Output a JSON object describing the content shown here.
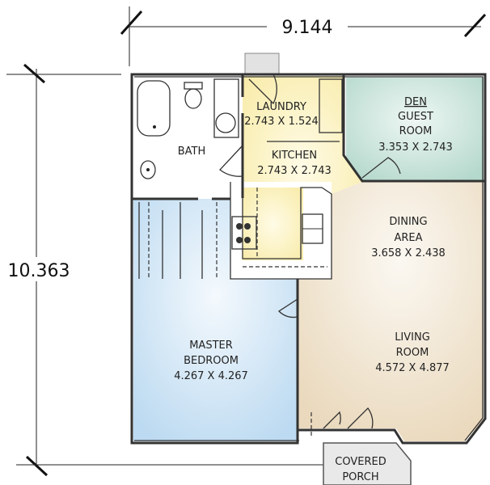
{
  "dimensions": {
    "width": "9.144",
    "height": "10.363"
  },
  "rooms": {
    "laundry": {
      "name": "LAUNDRY",
      "size": "2.743 X 1.524"
    },
    "den": {
      "name1": "DEN",
      "name2": "GUEST",
      "name3": "ROOM",
      "size": "3.353 X 2.743"
    },
    "bath": {
      "name": "BATH"
    },
    "kitchen": {
      "name": "KITCHEN",
      "size": "2.743 X 2.743"
    },
    "dining": {
      "name1": "DINING",
      "name2": "AREA",
      "size": "3.658 X 2.438"
    },
    "master": {
      "name1": "MASTER",
      "name2": "BEDROOM",
      "size": "4.267 X 4.267"
    },
    "living": {
      "name1": "LIVING",
      "name2": "ROOM",
      "size": "4.572 X 4.877"
    },
    "porch": {
      "name1": "COVERED",
      "name2": "PORCH"
    }
  },
  "colors": {
    "bath": "#ffffff",
    "kitchen": "#fbf3c4",
    "den": "#cfe7df",
    "living": "#efe4cf",
    "master": "#cfe5f5",
    "porch": "#e6e6e6"
  }
}
